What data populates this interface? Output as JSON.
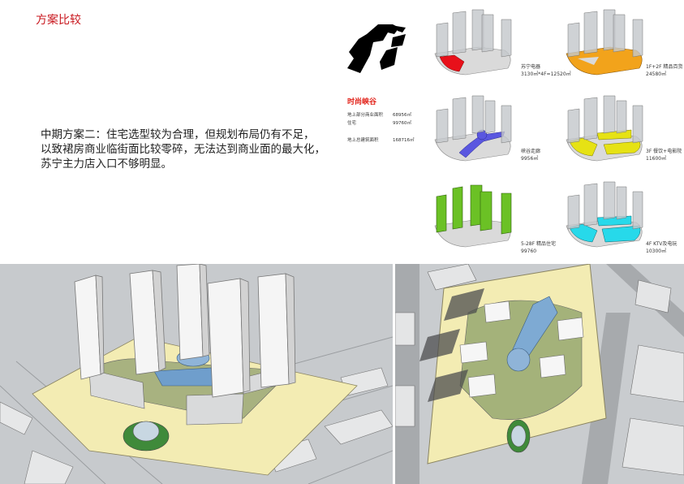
{
  "page": {
    "title": "方案比较",
    "description_lines": [
      "中期方案二：住宅选型较为合理，但规划布局仍有不足，",
      "以致裙房商业临街面比较零碎，无法达到商业面的最大化，",
      "苏宁主力店入口不够明显。"
    ]
  },
  "info": {
    "title": "时尚峡谷",
    "rows": [
      {
        "label": "地上部分商业面积",
        "value": "68956㎡"
      },
      {
        "label": "住宅",
        "value": "99760㎡"
      },
      {
        "label": "地上总建筑面积",
        "value": "168716㎡"
      }
    ]
  },
  "diagrams": [
    {
      "caption_1": "苏宁电器",
      "caption_2": "3130㎡*4F=12520㎡",
      "color": "#e8101a"
    },
    {
      "caption_1": "1F+2F  精品百货",
      "caption_2": "24580㎡",
      "color": "#f2a31b"
    },
    {
      "caption_1": "峡谷走廊",
      "caption_2": "9956㎡",
      "color": "#5a57e0"
    },
    {
      "caption_1": "3F  餐饮+电影院",
      "caption_2": "11600㎡",
      "color": "#e6e214"
    },
    {
      "caption_1": "5-28F  精品住宅",
      "caption_2": "99760",
      "color": "#6bc125"
    },
    {
      "caption_1": "4F  KTV及电玩",
      "caption_2": "10300㎡",
      "color": "#27d9ea"
    }
  ],
  "icons": {
    "logo": "site-silhouette-icon"
  }
}
